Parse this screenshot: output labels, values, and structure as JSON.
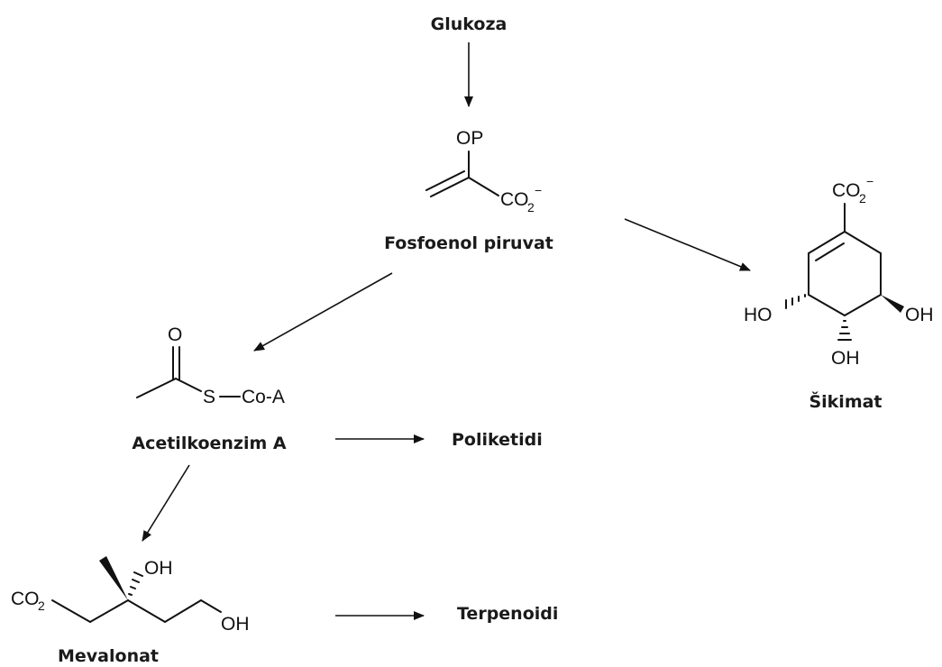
{
  "labels": {
    "glukoza": "Glukoza",
    "pep": "Fosfoenol piruvat",
    "sikimat": "Šikimat",
    "acetyl": "Acetilkoenzim A",
    "poliketidi": "Poliketidi",
    "mevalonat": "Mevalonat",
    "terpenoidi": "Terpenoidi"
  },
  "atoms": {
    "pep_op": "OP",
    "pep_co": "CO",
    "pep_co_sub": "2",
    "pep_co_sup": "−",
    "shik_co": "CO",
    "shik_co_sub": "2",
    "shik_co_sup": "−",
    "shik_ho_left": "HO",
    "shik_oh_right": "OH",
    "shik_oh_bottom": "OH",
    "acetyl_o": "O",
    "acetyl_s": "S",
    "acetyl_coa": "Co-A",
    "meva_co": "CO",
    "meva_co_sub": "2",
    "meva_oh_top": "OH",
    "meva_oh_end": "OH"
  }
}
